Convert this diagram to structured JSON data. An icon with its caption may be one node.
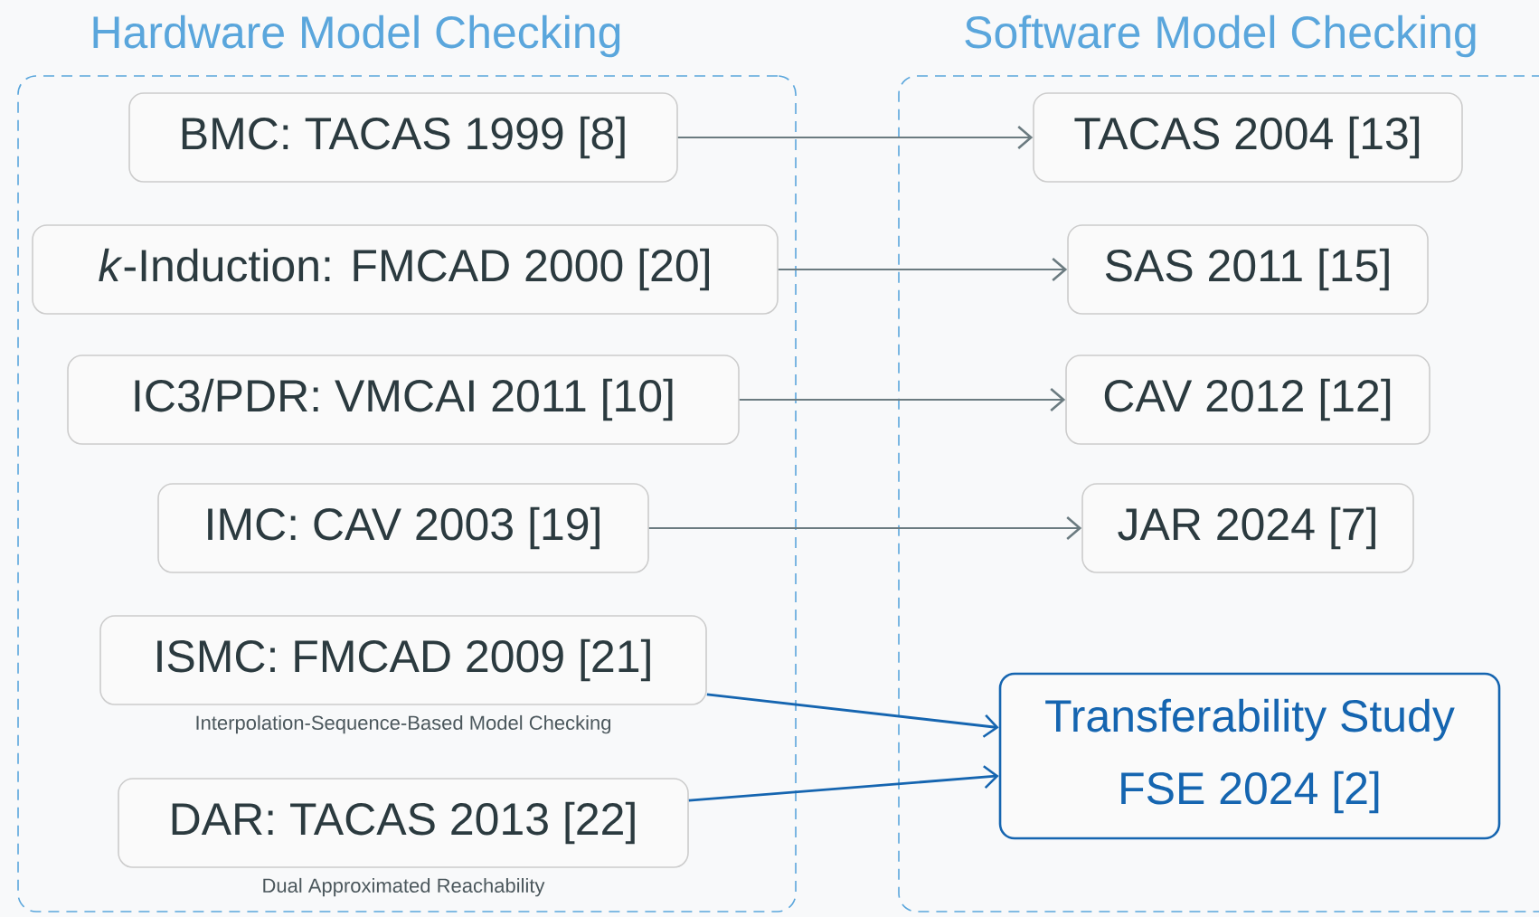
{
  "diagram": {
    "nodes": [
      {
        "text": [
          "Hardware Model Checking"
        ]
      },
      {
        "text": [
          "Software Model Checking"
        ]
      },
      {
        "text": [
          "BMC: TACAS 1999 [8]"
        ],
        "in": 0
      },
      {
        "text": [
          "*k*-Induction: FMCAD 2000 [20]"
        ],
        "in": 0
      },
      {
        "text": [
          "IC3/PDR: VMCAI 2011 [10]"
        ],
        "in": 0
      },
      {
        "text": [
          "IMC: CAV 2003 [19]"
        ],
        "in": 0
      },
      {
        "text": [
          "ISMC: FMCAD 2009 [21]"
        ],
        "in": 0,
        "beside": [
          "Interpolation-Sequence-Based Model Checking"
        ]
      },
      {
        "text": [
          "DAR: TACAS 2013 [22]"
        ],
        "in": 0,
        "beside": [
          "Dual Approximated Reachability"
        ]
      },
      {
        "text": [
          "TACAS 2004 [13]"
        ],
        "in": 1
      },
      {
        "text": [
          "SAS 2011 [15]"
        ],
        "in": 1
      },
      {
        "text": [
          "CAV 2012 [12]"
        ],
        "in": 1
      },
      {
        "text": [
          "JAR 2024 [7]"
        ],
        "in": 1
      },
      {
        "text": [
          "Transferability Study",
          "FSE 2024 [2]"
        ],
        "in": 1
      }
    ],
    "edges": [
      {
        "from": 2,
        "to": 8,
        "arrow": "to"
      },
      {
        "from": 3,
        "to": 9,
        "arrow": "to"
      },
      {
        "from": 4,
        "to": 10,
        "arrow": "to"
      },
      {
        "from": 5,
        "to": 11,
        "arrow": "to"
      },
      {
        "from": 6,
        "to": 12,
        "arrow": "to",
        "color": "#1565b0"
      },
      {
        "from": 7,
        "to": 12,
        "arrow": "to",
        "color": "#1565b0"
      }
    ]
  }
}
